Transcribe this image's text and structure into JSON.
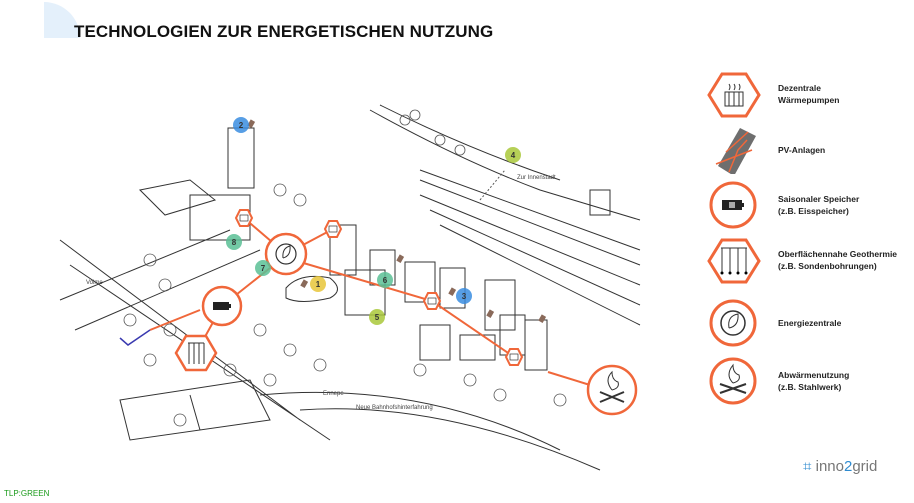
{
  "title": "TECHNOLOGIEN ZUR ENERGETISCHEN NUTZUNG",
  "map": {
    "labels": {
      "volme": "Volme",
      "ennepe": "Ennepe",
      "bahnhof": "Neue Bahnhofshinterfahrung",
      "innenstadt": "Zur Innenstadt"
    },
    "markers": [
      {
        "n": "1",
        "color": "#e8c53a"
      },
      {
        "n": "2",
        "color": "#3a8de0"
      },
      {
        "n": "3",
        "color": "#3a8de0"
      },
      {
        "n": "4",
        "color": "#a9c83a"
      },
      {
        "n": "5",
        "color": "#a9c83a"
      },
      {
        "n": "6",
        "color": "#5bbf95"
      },
      {
        "n": "7",
        "color": "#5bbf95"
      },
      {
        "n": "8",
        "color": "#5bbf95"
      }
    ],
    "accent": "#f0673a"
  },
  "legend": [
    {
      "icon": "heat-pump-hexagon-icon",
      "line1": "Dezentrale",
      "line2": "Wärmepumpen"
    },
    {
      "icon": "pv-panel-icon",
      "line1": "PV-Anlagen",
      "line2": ""
    },
    {
      "icon": "battery-storage-icon",
      "line1": "Saisonaler Speicher",
      "line2": "(z.B. Eisspeicher)"
    },
    {
      "icon": "geothermal-probes-icon",
      "line1": "Oberflächennahe Geothermie",
      "line2": "(z.B. Sondenbohrungen)"
    },
    {
      "icon": "energy-center-icon",
      "line1": "Energiezentrale",
      "line2": ""
    },
    {
      "icon": "waste-heat-fire-icon",
      "line1": "Abwärmenutzung",
      "line2": "(z.B. Stahlwerk)"
    }
  ],
  "logo": {
    "part1": "inno",
    "part2": "2",
    "part3": "grid"
  },
  "tlp": "TLP:GREEN"
}
